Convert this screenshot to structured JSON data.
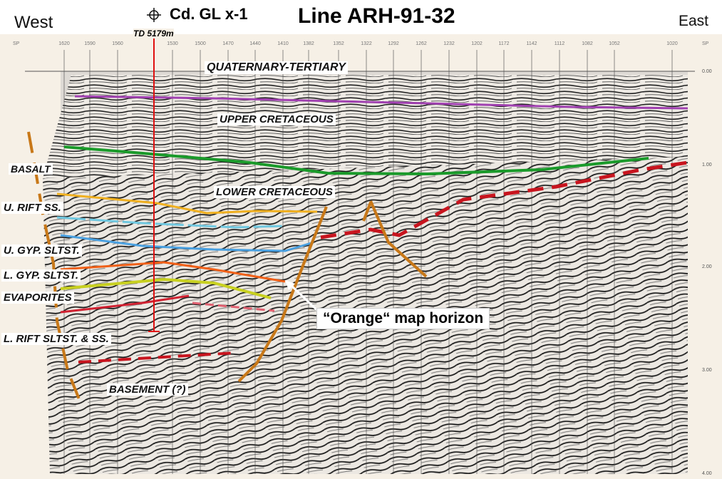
{
  "header": {
    "west": "West",
    "east": "East",
    "well_name": "Cd. GL x-1",
    "title": "Line ARH-91-32",
    "well_icon": "well-symbol-icon"
  },
  "well": {
    "td_label": "TD 5179m"
  },
  "axis": {
    "sp_label": "SP",
    "shot_points": [
      "1620",
      "1590",
      "1560",
      "1530",
      "1500",
      "1470",
      "1440",
      "1410",
      "1382",
      "1352",
      "1322",
      "1292",
      "1262",
      "1232",
      "1202",
      "1172",
      "1142",
      "1112",
      "1082",
      "1052",
      "1020"
    ],
    "times": [
      "0.00",
      "1.00",
      "2.00",
      "3.00",
      "4.00"
    ]
  },
  "formations": {
    "quaternary_tertiary": "QUATERNARY-TERTIARY",
    "upper_cretaceous": "UPPER CRETACEOUS",
    "basalt": "BASALT",
    "lower_cretaceous": "LOWER CRETACEOUS",
    "u_rift_ss": "U. RIFT SS.",
    "u_gyp_sltst": "U. GYP. SLTST.",
    "l_gyp_sltst": "L. GYP. SLTST.",
    "evaporites": "EVAPORITES",
    "l_rift": "L. RIFT SLTST. & SS.",
    "basement": "BASEMENT (?)"
  },
  "callout": {
    "text": "“Orange“ map horizon"
  },
  "colors": {
    "purple": "#a040b0",
    "green": "#1a9a2a",
    "yellow": "#f0b020",
    "cyan": "#70c8e0",
    "blue": "#4aa0e0",
    "orange": "#f06018",
    "lime": "#c8d020",
    "red": "#d02030",
    "fault": "#c87818",
    "dashed": "#c8141e",
    "well": "#e01010"
  }
}
